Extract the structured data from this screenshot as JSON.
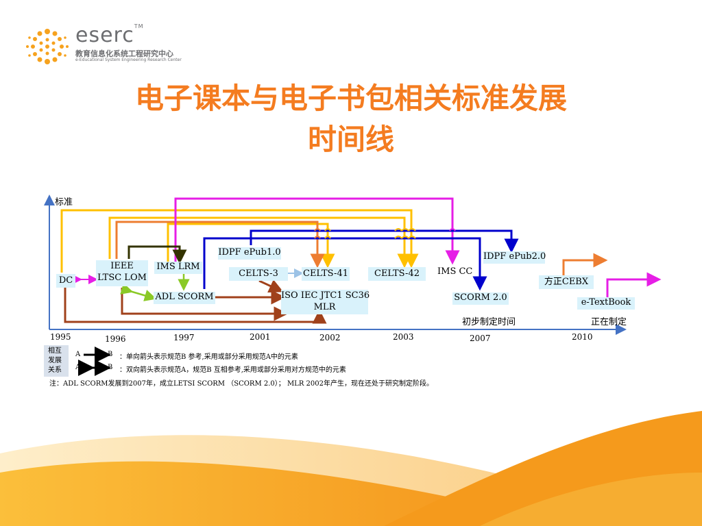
{
  "logo": {
    "word": "eserc",
    "tm": "TM",
    "cn": "教育信息化系统工程研究中心",
    "en": "e-Educational System Engineering Research Center"
  },
  "title_line1": "电子课本与电子书包相关标准发展",
  "title_line2": "时间线",
  "diagram": {
    "y_axis_label": "标准",
    "nodes": {
      "dc": "DC",
      "ieee_line1": "IEEE",
      "ieee_line2": "LTSC LOM",
      "ims_lrm": "IMS LRM",
      "adl_scorm": "ADL SCORM",
      "idpf_epub1": "IDPF ePub1.0",
      "celts3": "CELTS-3",
      "celts41": "CELTS-41",
      "celts42": "CELTS-42",
      "ims_cc": "IMS CC",
      "iso_line1": "ISO IEC JTC1 SC36",
      "iso_line2": "MLR",
      "idpf_epub2": "IDPF ePub2.0",
      "scorm2": "SCORM 2.0",
      "cebx": "方正CEBX",
      "etextbook": "e-TextBook"
    },
    "labels": {
      "initial_time": "初步制定时间",
      "in_progress": "正在制定"
    },
    "years": [
      "1995",
      "1996",
      "1997",
      "2001",
      "2002",
      "2003",
      "2007",
      "2010"
    ],
    "legend": {
      "title_lines": [
        "相互",
        "发展",
        "关系"
      ],
      "a": "A",
      "b": "B",
      "single_desc": "：单向箭头表示规范B 参考,采用或部分采用规范A中的元素",
      "double_desc": "：双向箭头表示规范A，规范B 互相参考,采用或部分采用对方规范中的元素"
    },
    "note": "注：ADL SCORM发展到2007年，成立LETSI SCORM （SCORM 2.0）； MLR 2002年产生，现在还处于研究制定阶段。"
  },
  "colors": {
    "title": "#f47c20",
    "axis": "#4472c4",
    "magenta": "#e61ee6",
    "yellow": "#ffc000",
    "orange": "#ed7d31",
    "blue": "#0000cc",
    "brown": "#a0411b",
    "green": "#8ac926",
    "darkolive": "#333300",
    "node_fill": "#d9f2fb"
  }
}
